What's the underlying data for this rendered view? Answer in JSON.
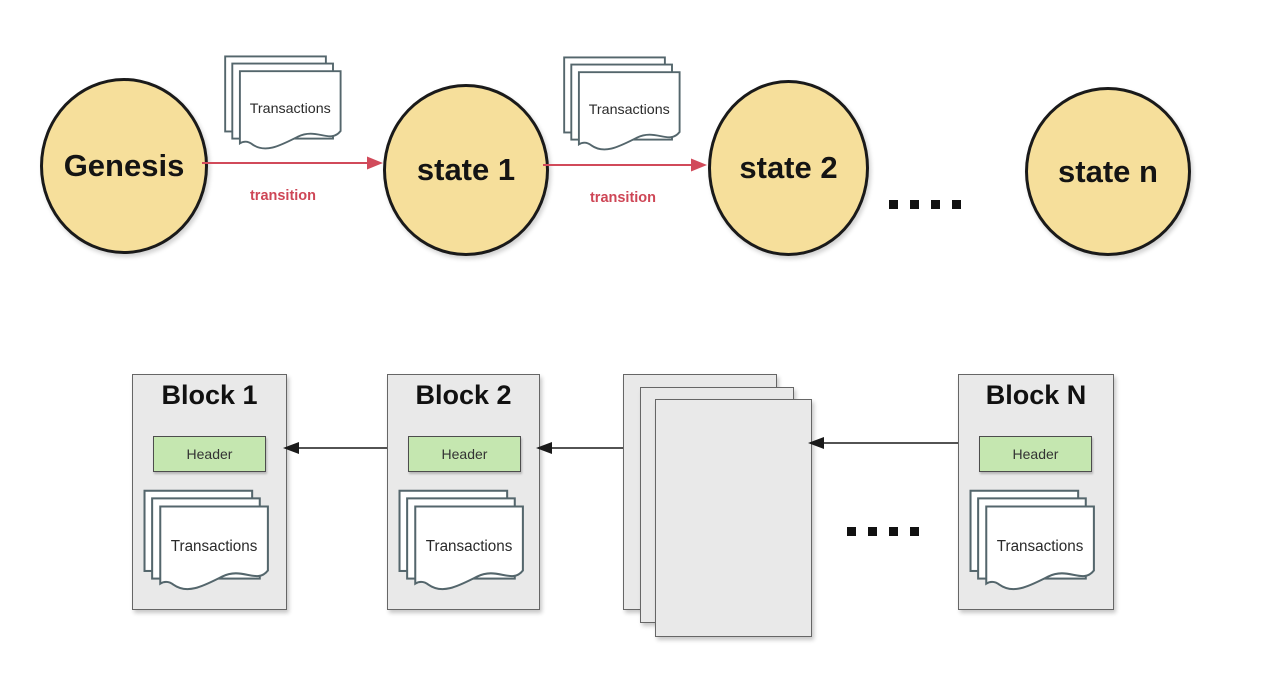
{
  "diagram": {
    "colors": {
      "state_fill": "#F6DF9B",
      "state_stroke": "#1A1A1A",
      "block_fill": "#E9E9E9",
      "block_stroke": "#666666",
      "header_fill": "#C5E7B0",
      "header_stroke": "#4D4D4D",
      "doc_fill": "#FFFFFF",
      "doc_stroke": "#54666C",
      "transition_red": "#CE4656",
      "arrow_black": "#1A1A1A"
    },
    "state_chain": {
      "states": [
        {
          "label": "Genesis"
        },
        {
          "label": "state 1"
        },
        {
          "label": "state 2"
        },
        {
          "label": "state n"
        }
      ],
      "transitions": [
        {
          "doc_label": "Transactions",
          "arrow_label": "transition"
        },
        {
          "doc_label": "Transactions",
          "arrow_label": "transition"
        }
      ],
      "ellipsis": "...."
    },
    "block_chain": {
      "blocks": [
        {
          "title": "Block 1",
          "header_label": "Header",
          "doc_label": "Transactions"
        },
        {
          "title": "Block 2",
          "header_label": "Header",
          "doc_label": "Transactions"
        },
        {
          "title": "Block N",
          "header_label": "Header",
          "doc_label": "Transactions"
        }
      ],
      "ellipsis": "...."
    }
  }
}
